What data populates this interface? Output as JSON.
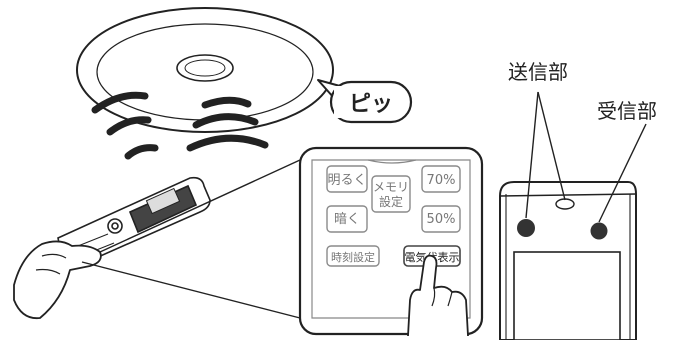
{
  "beep_label": "ピッ",
  "remote_panel": {
    "brighter": "明るく",
    "darker": "暗く",
    "memory_setting": "メモリ\n設定",
    "memory_line1": "メモリ",
    "memory_line2": "設定",
    "pct70": "70%",
    "pct50": "50%",
    "clock_setting": "時刻設定",
    "power_display": "電気代表示"
  },
  "receiver_labels": {
    "transmitter": "送信部",
    "receiver": "受信部"
  },
  "colors": {
    "line": "#222222",
    "panel_bg": "#ffffff",
    "button_border": "#8a8a8a",
    "button_text": "#6e6e6e",
    "sensor_fill": "#333333"
  }
}
